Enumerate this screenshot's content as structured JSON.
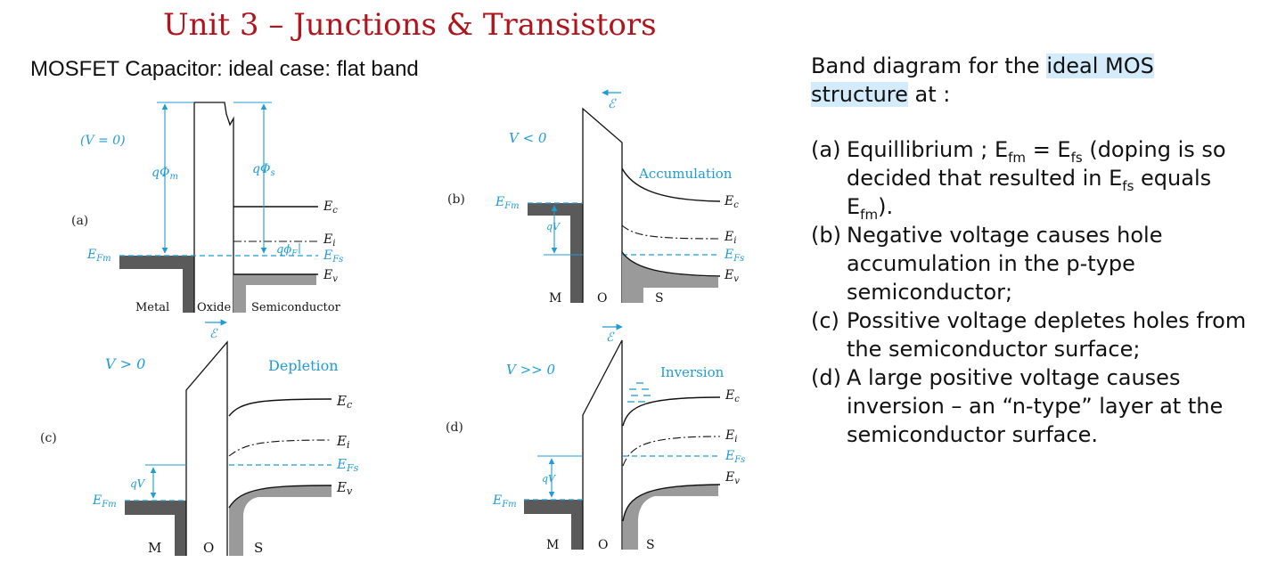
{
  "slide": {
    "title": "Unit 3 – Junctions & Transistors",
    "subtitle": "MOSFET Capacitor:  ideal case: flat band"
  },
  "figure": {
    "panel_a": {
      "tag": "(a)",
      "bias": "(V = 0)",
      "q_phi_m": "qΦ",
      "q_phi_m_sub": "m",
      "q_phi_s": "qΦ",
      "q_phi_s_sub": "s",
      "q_phi_f": "qϕ",
      "q_phi_f_sub": "F",
      "efm": "E",
      "efm_sub": "Fm",
      "ec": "E",
      "ec_sub": "c",
      "ei": "E",
      "ei_sub": "i",
      "efs": "E",
      "efs_sub": "Fs",
      "ev": "E",
      "ev_sub": "v",
      "region_metal": "Metal",
      "region_oxide": "Oxide",
      "region_semi": "Semiconductor"
    },
    "panel_b": {
      "tag": "(b)",
      "bias": "V < 0",
      "field": "ℰ",
      "regime": "Accumulation",
      "qv": "qV",
      "efm": "E",
      "efm_sub": "Fm",
      "ec": "E",
      "ec_sub": "c",
      "ei": "E",
      "ei_sub": "i",
      "efs": "E",
      "efs_sub": "Fs",
      "ev": "E",
      "ev_sub": "v",
      "m": "M",
      "o": "O",
      "s": "S"
    },
    "panel_c": {
      "tag": "(c)",
      "bias": "V > 0",
      "field": "ℰ",
      "regime": "Depletion",
      "qv": "qV",
      "efm": "E",
      "efm_sub": "Fm",
      "ec": "E",
      "ec_sub": "c",
      "ei": "E",
      "ei_sub": "i",
      "efs": "E",
      "efs_sub": "Fs",
      "ev": "E",
      "ev_sub": "v",
      "m": "M",
      "o": "O",
      "s": "S"
    },
    "panel_d": {
      "tag": "(d)",
      "bias": "V >> 0",
      "field": "ℰ",
      "regime": "Inversion",
      "qv": "qV",
      "efm": "E",
      "efm_sub": "Fm",
      "ec": "E",
      "ec_sub": "c",
      "ei": "E",
      "ei_sub": "i",
      "efs": "E",
      "efs_sub": "Fs",
      "ev": "E",
      "ev_sub": "v",
      "m": "M",
      "o": "O",
      "s": "S"
    }
  },
  "explanation": {
    "intro_plain": "Band diagram for the ",
    "intro_highlight": "ideal MOS structure",
    "intro_end": " at :",
    "items": [
      {
        "tag": "(a)",
        "text_1": "Equillibrium ; E",
        "sub_1": "fm",
        "text_2": " = E",
        "sub_2": "fs",
        "text_3": " (doping is so decided that resulted in E",
        "sub_3": "fs",
        "text_4": " equals E",
        "sub_4": "fm",
        "text_5": ")."
      },
      {
        "tag": "(b)",
        "text": "Negative voltage causes hole accumulation in the p-type semiconductor;"
      },
      {
        "tag": "(c)",
        "text": "Possitive voltage depletes holes from the semiconductor surface;"
      },
      {
        "tag": "(d)",
        "text": "A large positive voltage causes inversion – an “n-type” layer at the semiconductor surface."
      }
    ]
  },
  "colors": {
    "title": "#b0141c",
    "cyan": "#1f9bd6",
    "highlight": "#d4ebfb",
    "metal": "#5a5a5a",
    "valence": "#9a9a9a"
  }
}
